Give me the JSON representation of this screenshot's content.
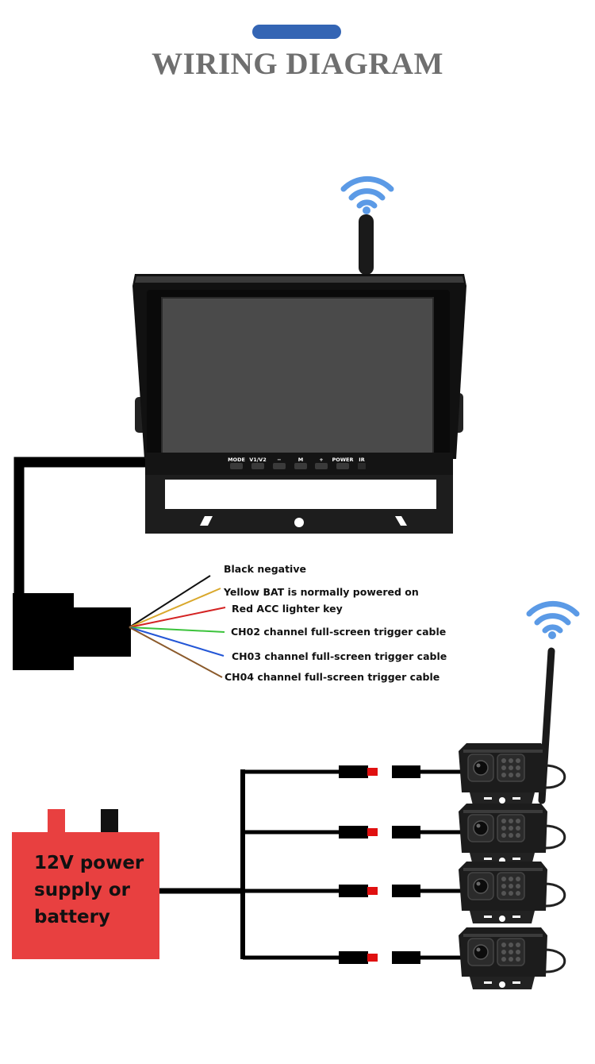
{
  "header": {
    "title": "WIRING DIAGRAM",
    "accent_color": "#3465b4"
  },
  "monitor": {
    "buttons": [
      "MODE",
      "V1/V2",
      "−",
      "M",
      "+",
      "POWER",
      "IR"
    ],
    "antenna_icon": "wifi-signal-icon"
  },
  "wires": [
    {
      "label": "Black negative",
      "color": "#111111"
    },
    {
      "label": "Yellow BAT is normally powered on",
      "color": "#d9a82c"
    },
    {
      "label": "Red ACC lighter key",
      "color": "#d42323"
    },
    {
      "label": "CH02 channel full-screen trigger cable",
      "color": "#3cc33c"
    },
    {
      "label": "CH03 channel full-screen trigger cable",
      "color": "#2356d6"
    },
    {
      "label": "CH04 channel full-screen trigger cable",
      "color": "#8b5a2b"
    }
  ],
  "power": {
    "lines": [
      "12V power",
      "supply or",
      "battery"
    ],
    "color": "#e84040"
  },
  "cameras": {
    "count": 4,
    "connector_color": "#e01010",
    "antenna_icon": "wifi-signal-icon",
    "wifi_color": "#5b9ae6"
  }
}
